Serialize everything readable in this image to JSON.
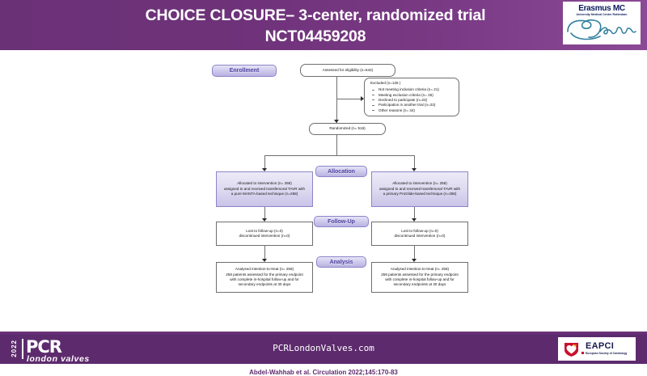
{
  "header": {
    "title_line1": "CHOICE CLOSURE– 3-center, randomized trial",
    "title_line2": "NCT04459208",
    "logo": {
      "name": "Erasmus MC",
      "subtitle": "University Medical Center Rotterdam",
      "script": "Erasmus"
    },
    "brand_color": "#6b3177"
  },
  "footer": {
    "pcr_year": "2022",
    "pcr_main": "PCR",
    "pcr_sub": "london valves",
    "url": "PCRLondonValves.com",
    "eapci_name": "EAPCI",
    "eapci_sub": "European Society of Cardiology",
    "bg_color": "#5d2b6d"
  },
  "citation": "Abdel-Wahhab  et al. Circulation   2022;145:170-83",
  "chart_data": {
    "type": "diagram",
    "title": "CONSORT participant flow diagram",
    "stages": [
      {
        "id": "enrollment",
        "label": "Enrollment"
      },
      {
        "id": "allocation",
        "label": "Allocation"
      },
      {
        "id": "followup",
        "label": "Follow-Up"
      },
      {
        "id": "analysis",
        "label": "Analysis"
      }
    ],
    "nodes": {
      "assessed": {
        "lines": [
          "Assessed for eligibility (n=642)"
        ]
      },
      "excluded": {
        "heading": "Excluded  (n=126 )",
        "items": [
          "Not meeting inclusion criteria (n= 21)",
          "Meeting exclusion criteria (n= 25)",
          "Declined to participate (n=23)",
          "Participation in another trial (n=23)",
          "Other reasons (n= 34)"
        ]
      },
      "randomized": {
        "lines": [
          "Randomized (n= 516)"
        ]
      },
      "alloc_left": {
        "lines": [
          "Allocated to intervention (n= 258)",
          "assigned to and received transfemoral TAVR with",
          "a pure MANTA-based technique (n=258)"
        ]
      },
      "alloc_right": {
        "lines": [
          "Allocated to intervention (n= 258)",
          "assigned to and received transfemoral TAVR with",
          "a primary ProGlide-based technique (n=258)"
        ]
      },
      "follow_left": {
        "lines": [
          "Lost to follow-up (n=0)",
          "discontinued intervention (n=0)"
        ]
      },
      "follow_right": {
        "lines": [
          "Lost to follow-up (n=0)",
          "discontinued intervention (n=0)"
        ]
      },
      "analysis_left": {
        "lines": [
          "Analysed intention-to-treat (n= 258)",
          "258 patients assessed for the primary endpoint",
          "with complete in-hospital follow-up and for",
          "secondary endpoints at 30 days"
        ]
      },
      "analysis_right": {
        "lines": [
          "Analysed intention-to-treat (n= 258)",
          "258 patients assessed for the primary endpoint",
          "with complete in-hospital follow-up and for",
          "secondary endpoints at 30 days"
        ]
      }
    },
    "totals": {
      "assessed": 642,
      "excluded": 126,
      "randomized": 516,
      "per_arm_allocated": 258,
      "per_arm_analysed": 258,
      "lost_to_followup": 0
    }
  }
}
